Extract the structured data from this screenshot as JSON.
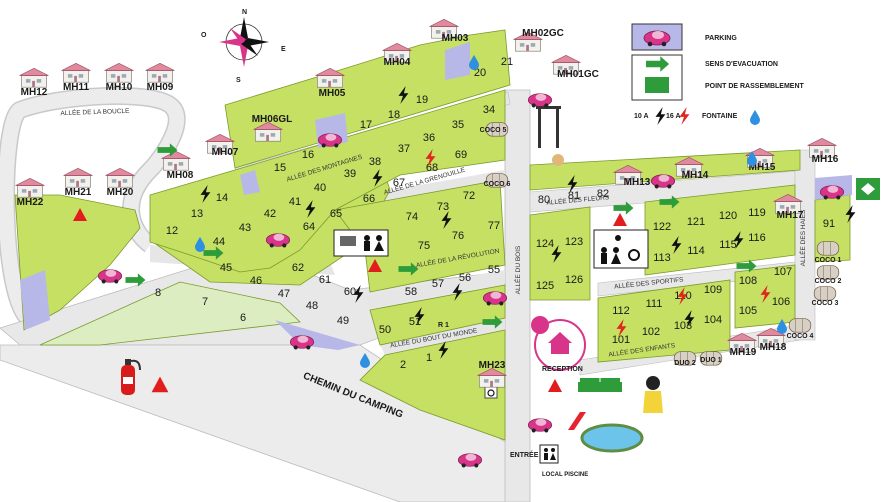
{
  "legend": {
    "parking": "PARKING",
    "evacuation": "SENS D'EVACUATION",
    "assembly": "POINT DE RASSEMBLEMENT",
    "amp10": "10 A",
    "amp16": "16 A",
    "fountain": "FONTAINE"
  },
  "compass": {
    "n": "N",
    "e": "E",
    "s": "S",
    "o": "O"
  },
  "roads": {
    "boucle": "ALLÉE DE LA BOUCLE",
    "montagnes": "ALLÉE DES MONTAGNES",
    "grenouille": "ALLÉE DE LA GRENOUILLE",
    "revolution": "ALLÉE DE LA RÉVOLUTION",
    "bout_du_monde": "ALLÉE DU BOUT DU MONDE",
    "bois": "ALLÉE DU BOIS",
    "fleurs": "ALLÉE DES FLEURS",
    "sportifs": "ALLÉE DES SPORTIFS",
    "enfants": "ALLÉE DES ENFANTS",
    "haies": "ALLÉE DES HAIES",
    "camping": "CHEMIN DU CAMPING"
  },
  "labels": {
    "reception": "RECEPTION",
    "entree": "ENTRÉE",
    "local_piscine": "LOCAL PISCINE",
    "r1": "R 1"
  },
  "colors": {
    "pitch": "#c5e063",
    "light": "#dcedc1",
    "parking": "#b8b8e8",
    "road": "#e6e6e6",
    "arrow": "#2e9c3a",
    "car": "#d8358a"
  },
  "pitches": [
    "1",
    "2",
    "6",
    "7",
    "8",
    "12",
    "13",
    "14",
    "15",
    "16",
    "17",
    "18",
    "19",
    "20",
    "21",
    "34",
    "35",
    "36",
    "37",
    "38",
    "39",
    "40",
    "41",
    "42",
    "43",
    "44",
    "45",
    "46",
    "47",
    "48",
    "49",
    "50",
    "51",
    "55",
    "56",
    "57",
    "58",
    "60",
    "61",
    "62",
    "64",
    "65",
    "66",
    "67",
    "68",
    "69",
    "72",
    "73",
    "74",
    "75",
    "76",
    "77",
    "80",
    "81",
    "82",
    "91",
    "101",
    "102",
    "103",
    "104",
    "105",
    "106",
    "107",
    "108",
    "109",
    "110",
    "111",
    "112",
    "113",
    "114",
    "115",
    "116",
    "119",
    "120",
    "121",
    "122",
    "123",
    "124",
    "125",
    "126"
  ],
  "mobile_homes": [
    "MH12",
    "MH11",
    "MH10",
    "MH09",
    "MH22",
    "MH21",
    "MH20",
    "MH08",
    "MH07",
    "MH06GL",
    "MH05",
    "MH04",
    "MH03",
    "MH02GC",
    "MH01GC",
    "MH13",
    "MH14",
    "MH15",
    "MH16",
    "MH17",
    "MH18",
    "MH19",
    "MH23",
    "COCO 1",
    "COCO 2",
    "COCO 3",
    "COCO 4",
    "COCO 5",
    "COCO 6",
    "DUO 1",
    "DUO 2"
  ]
}
